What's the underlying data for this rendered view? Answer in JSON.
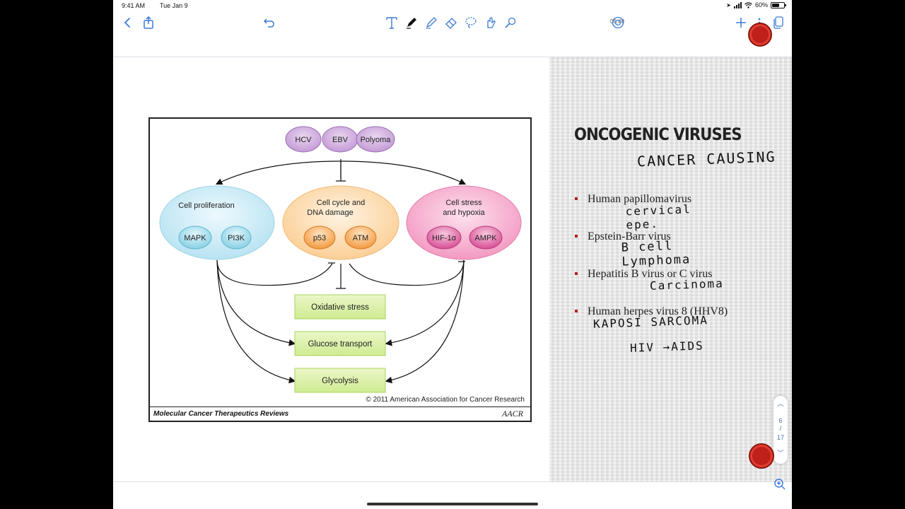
{
  "status_bar": {
    "time": "9:41 AM",
    "date": "Tue Jan 9",
    "battery": "60%",
    "battery_level": 0.6
  },
  "toolbar": {
    "clock": "06:48",
    "icons": [
      "back-icon",
      "share-icon",
      "undo-icon",
      "text-tool-icon",
      "pen-icon",
      "highlighter-icon",
      "eraser-icon",
      "lasso-icon",
      "hand-draw-icon",
      "laser-icon",
      "view-mode-icon",
      "add-icon",
      "more-icon",
      "pages-icon"
    ]
  },
  "figure": {
    "top_nodes": [
      "HCV",
      "EBV",
      "Polyoma"
    ],
    "groups": [
      {
        "label_lines": [
          "Cell proliferation"
        ],
        "markers": [
          "MAPK",
          "PI3K"
        ],
        "color": "#bfe7f3"
      },
      {
        "label_lines": [
          "Cell cycle and",
          "DNA damage"
        ],
        "markers": [
          "p53",
          "ATM"
        ],
        "color": "#fcd29c"
      },
      {
        "label_lines": [
          "Cell stress",
          "and hypoxia"
        ],
        "markers": [
          "HIF-1α",
          "AMPK"
        ],
        "color": "#f5a2c7"
      }
    ],
    "processes": [
      "Oxidative stress",
      "Glucose transport",
      "Glycolysis"
    ],
    "copyright": "© 2011 American Association for Cancer Research",
    "journal": "Molecular Cancer Therapeutics Reviews",
    "logo": "AACR"
  },
  "slide": {
    "title": "ONCOGENIC VIRUSES",
    "subtitle_note": "CANCER CAUSING",
    "items": [
      {
        "text": "Human papillomavirus",
        "note": "cervical epe."
      },
      {
        "text": "Epstein-Barr virus",
        "note": "B cell Lymphoma"
      },
      {
        "text": "Hepatitis B virus or C virus",
        "note": "Carcinoma"
      },
      {
        "text": "Human herpes virus 8 (HHV8)",
        "note": "KAPOSI SARCOMA"
      }
    ],
    "extra_note": "HIV →AIDS"
  },
  "page_nav": {
    "current": "6",
    "separator": "/",
    "total": "17"
  }
}
